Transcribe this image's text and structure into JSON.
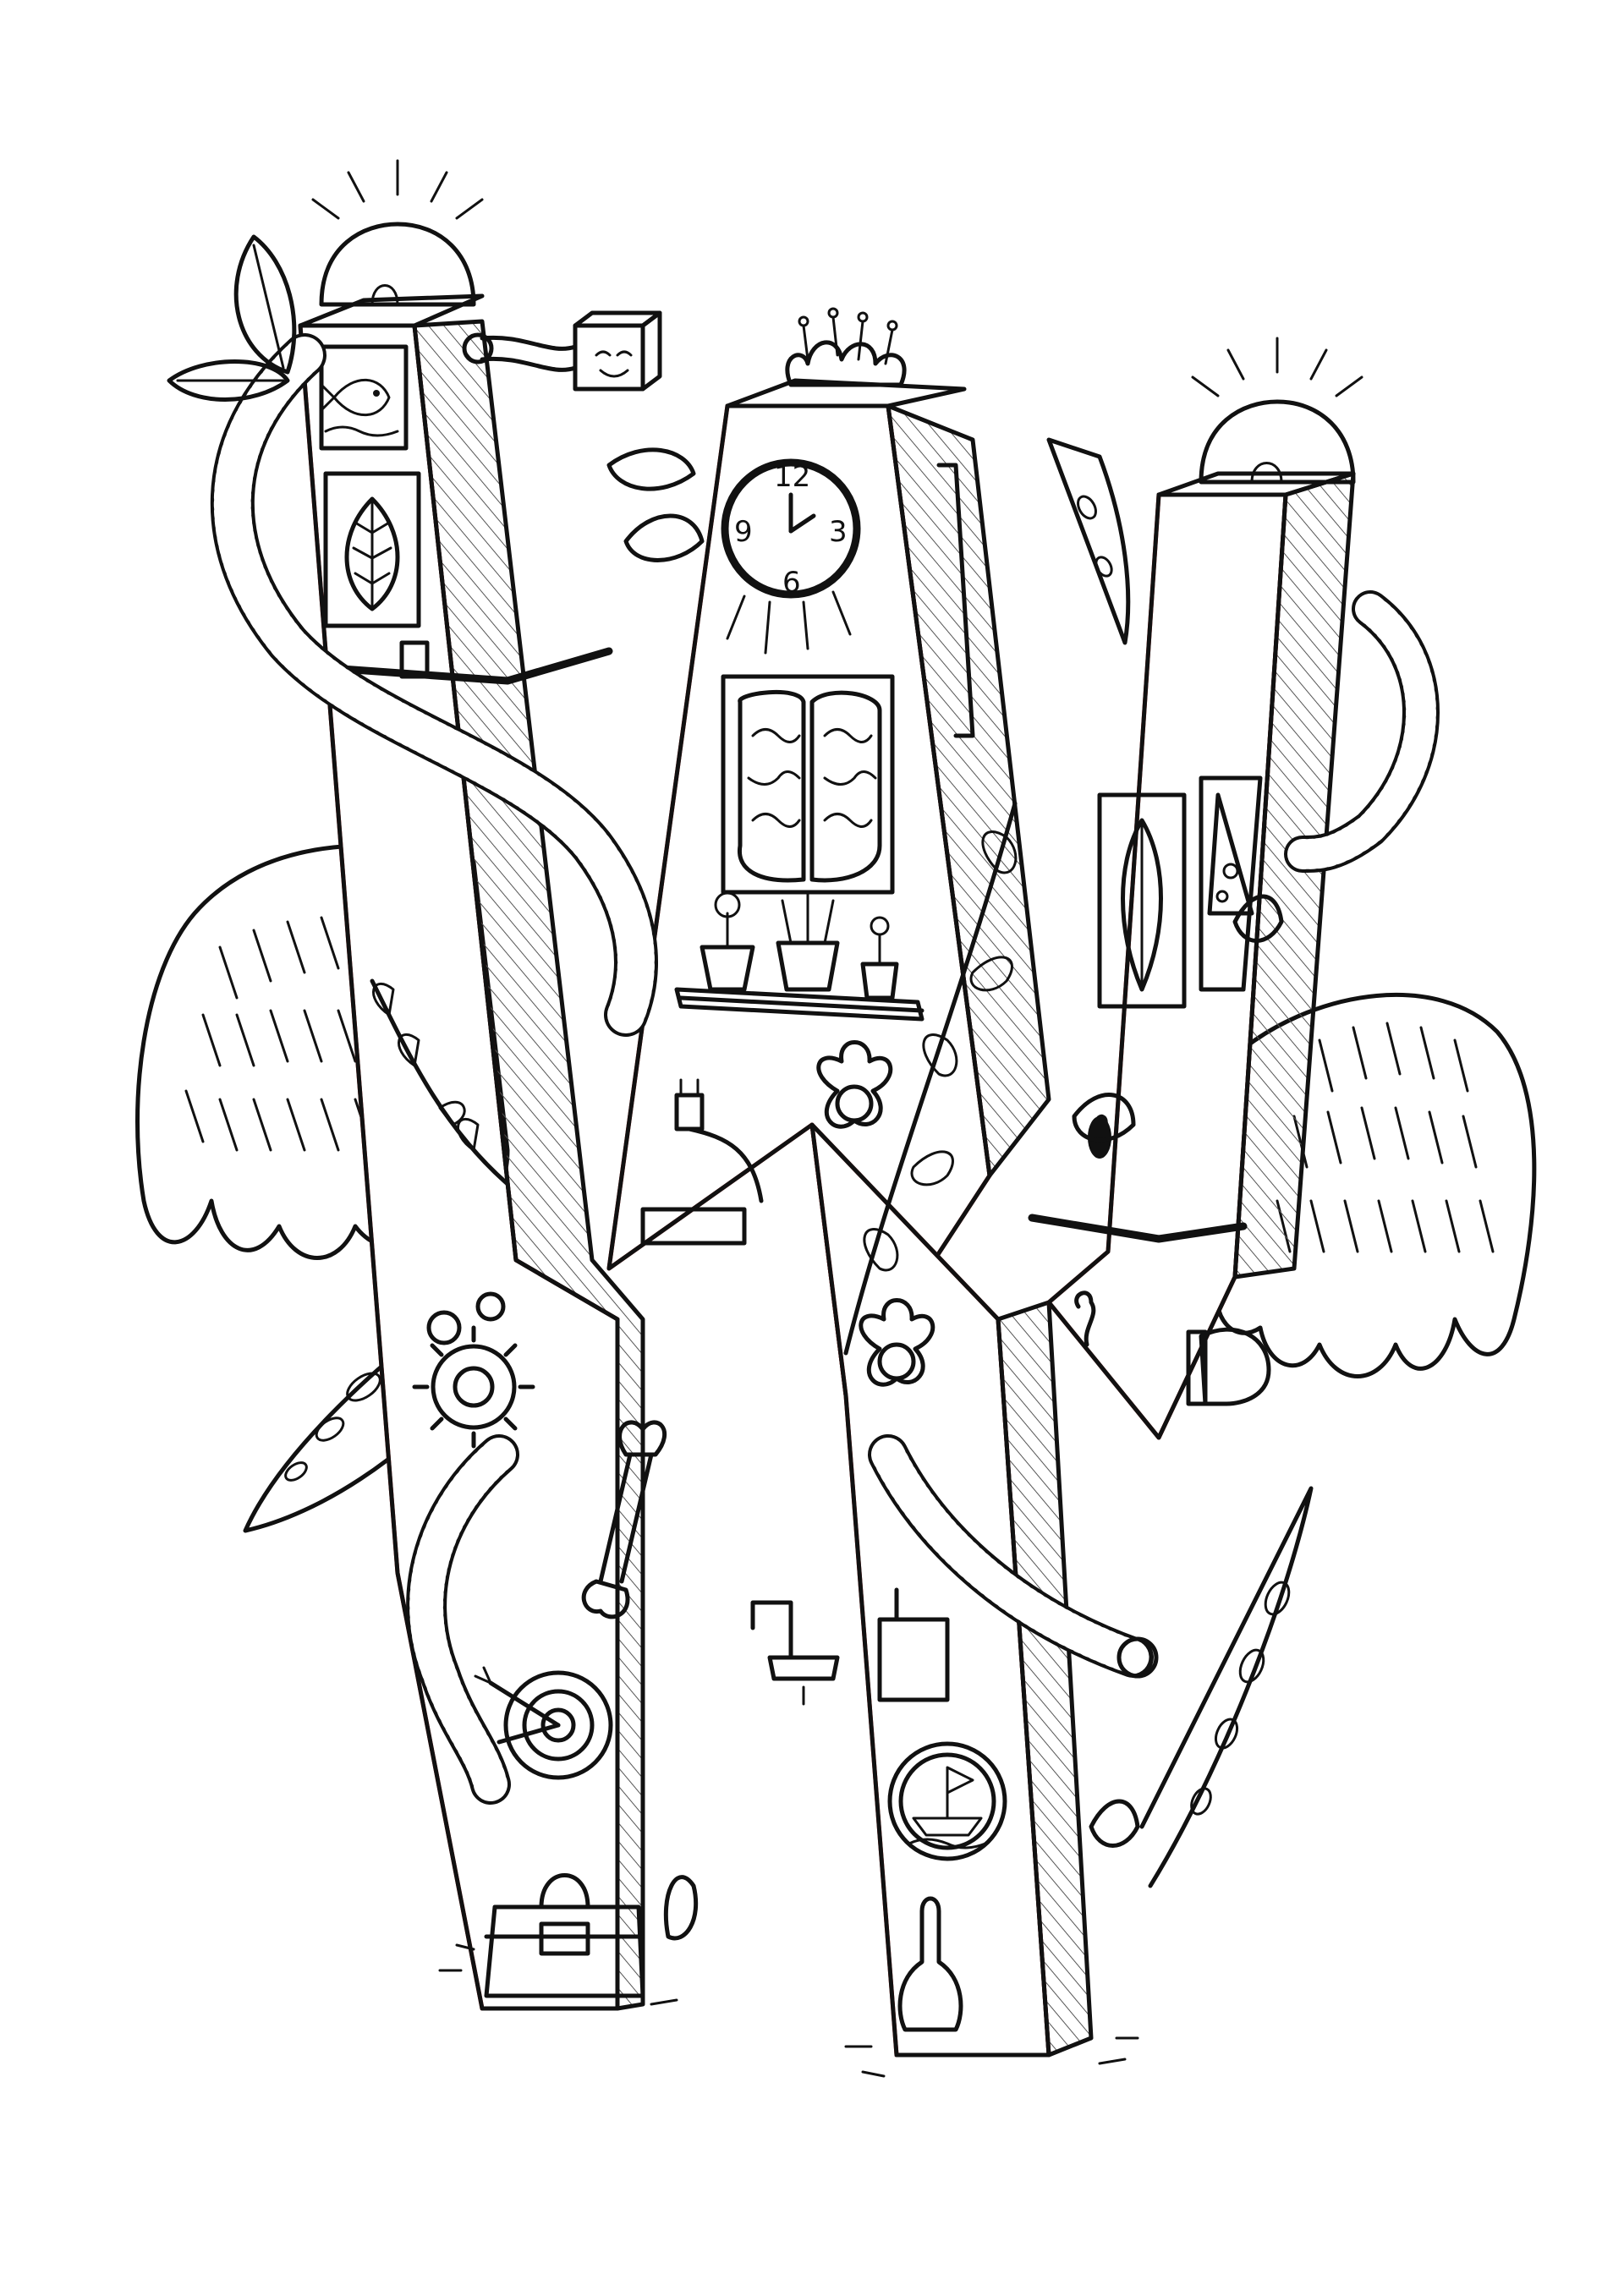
{
  "colors": {
    "background": "#ffffff",
    "ink": "#111111",
    "outline_accent": "#e0201c",
    "hatch": "#555555"
  },
  "clock": {
    "numerals": {
      "twelve": "12",
      "three": "3",
      "six": "6",
      "nine": "9"
    },
    "time_shown": "2:00"
  },
  "icons": [
    "fish-icon",
    "leaf-icon",
    "smiling-cube-icon",
    "clock-icon",
    "brain-icon",
    "flower-pot-icon",
    "plug-icon",
    "gear-icon",
    "wrench-icon",
    "target-icon",
    "handbag-icon",
    "faucet-icon",
    "ship-porthole-icon",
    "wing-icon",
    "hose-icon",
    "dome-light-icon",
    "bottle-icon",
    "flower-icon",
    "pizza-icon"
  ]
}
